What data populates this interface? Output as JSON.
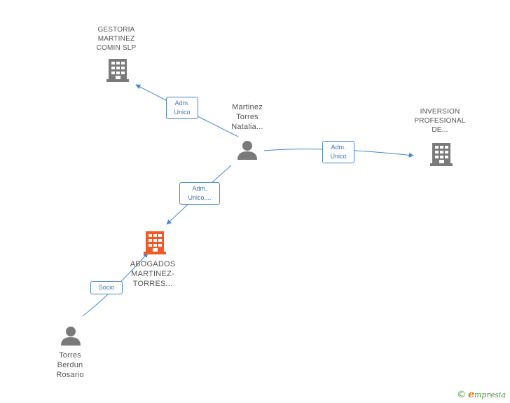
{
  "nodes": {
    "gestoria": {
      "label": [
        "GESTORIA",
        "MARTINEZ",
        "COMIN SLP"
      ],
      "type": "company",
      "color": "#7a7a7a"
    },
    "inversion": {
      "label": [
        "INVERSION",
        "PROFESIONAL",
        "DE..."
      ],
      "type": "company",
      "color": "#7a7a7a"
    },
    "abogados": {
      "label": [
        "ABOGADOS",
        "MARTINEZ-",
        "TORRES..."
      ],
      "type": "company",
      "color": "#f05a28"
    },
    "natalia": {
      "label": [
        "Martinez",
        "Torres",
        "Natalia..."
      ],
      "type": "person",
      "color": "#7a7a7a"
    },
    "rosario": {
      "label": [
        "Torres",
        "Berdun",
        "Rosario"
      ],
      "type": "person",
      "color": "#7a7a7a"
    }
  },
  "edges": [
    {
      "from": "natalia",
      "to": "gestoria",
      "label": [
        "Adm.",
        "Unico"
      ]
    },
    {
      "from": "natalia",
      "to": "inversion",
      "label": [
        "Adm.",
        "Unico"
      ]
    },
    {
      "from": "natalia",
      "to": "abogados",
      "label": [
        "Adm.",
        "Unico,..."
      ]
    },
    {
      "from": "rosario",
      "to": "abogados",
      "label": [
        "Socio"
      ]
    }
  ],
  "colors": {
    "edge": "#4a86c8",
    "label_text": "#555555"
  },
  "brand": {
    "copyright": "©",
    "initial": "e",
    "name": "mpresia"
  }
}
